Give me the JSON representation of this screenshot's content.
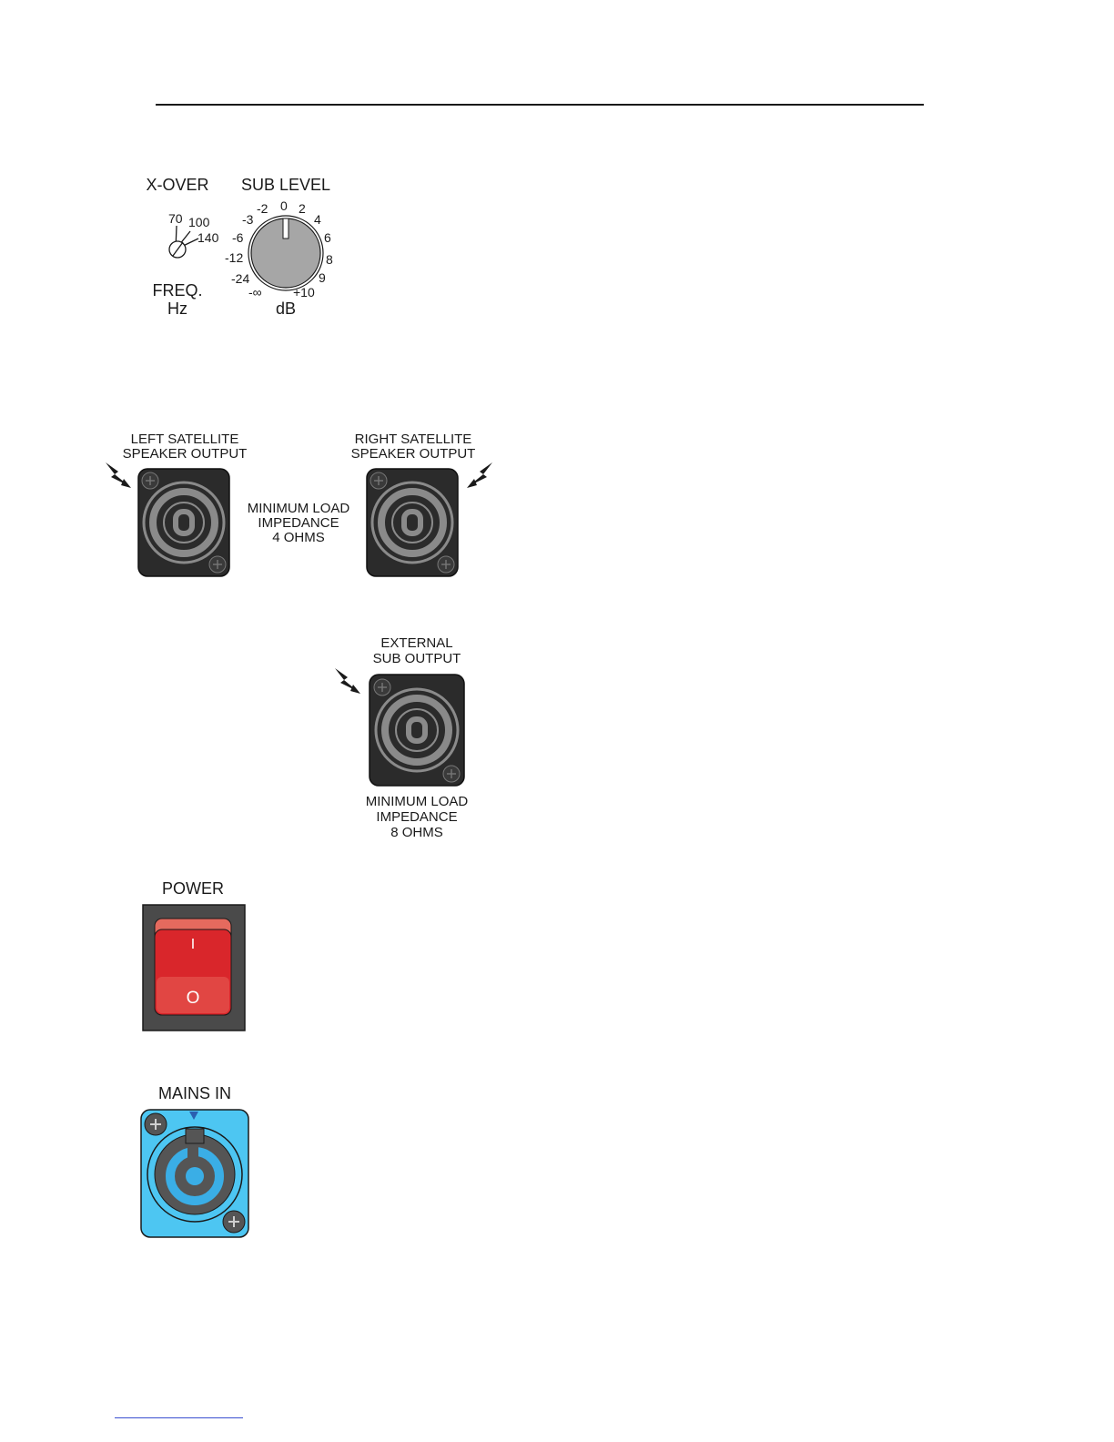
{
  "xover": {
    "title": "X-OVER",
    "freq_ticks": [
      "70",
      "100",
      "140"
    ],
    "freq_label": "FREQ.",
    "unit_label": "Hz"
  },
  "sub_level": {
    "title": "SUB LEVEL",
    "ticks_left": [
      "-3",
      "-2",
      "-6",
      "-12",
      "-24",
      "-∞"
    ],
    "ticks_right": [
      "0",
      "2",
      "4",
      "6",
      "8",
      "9",
      "+10"
    ],
    "unit_label": "dB"
  },
  "left_output": {
    "line1": "LEFT SATELLITE",
    "line2": "SPEAKER OUTPUT"
  },
  "right_output": {
    "line1": "RIGHT SATELLITE",
    "line2": "SPEAKER OUTPUT"
  },
  "min_load_4": {
    "line1": "MINIMUM LOAD",
    "line2": "IMPEDANCE",
    "line3": "4 OHMS"
  },
  "external_sub": {
    "line1": "EXTERNAL",
    "line2": "SUB OUTPUT"
  },
  "min_load_8": {
    "line1": "MINIMUM LOAD",
    "line2": "IMPEDANCE",
    "line3": "8 OHMS"
  },
  "power": {
    "title": "POWER",
    "on_symbol": "I",
    "off_symbol": "O"
  },
  "mains": {
    "title": "MAINS IN"
  },
  "colors": {
    "connector_body": "#2b2b2b",
    "connector_ring": "#8a8a8a",
    "knob": "#a6a6a6",
    "power_red": "#d9262b",
    "mains_blue": "#4dc6f2",
    "mains_ring": "#3aaee6",
    "link_blue": "#3a4fd0"
  }
}
